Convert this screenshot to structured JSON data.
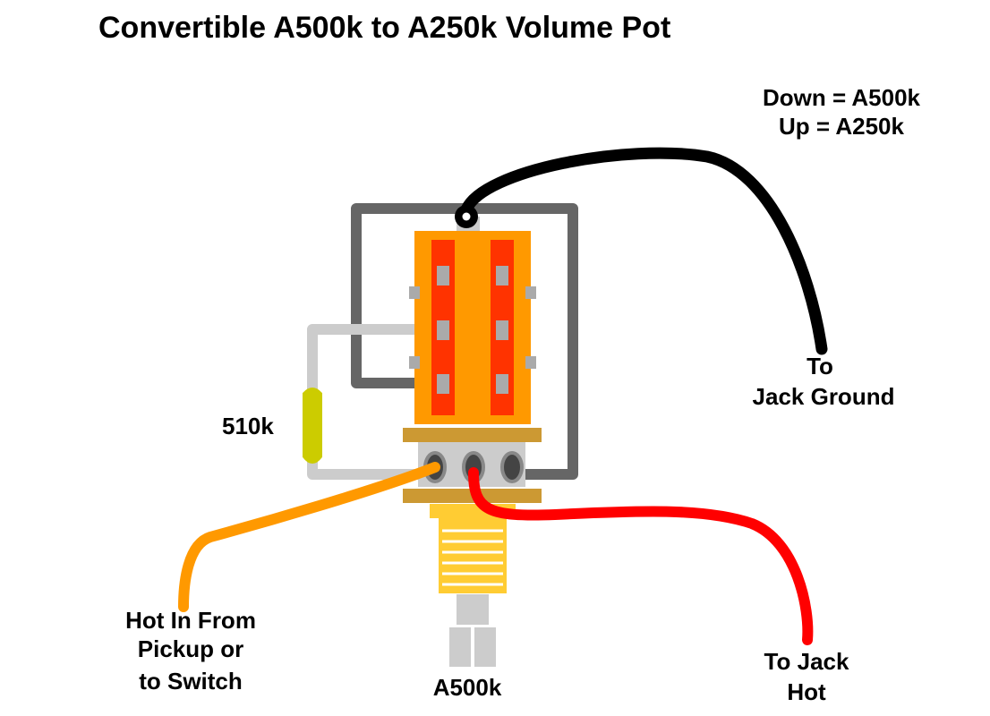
{
  "title": "Convertible A500k to A250k Volume Pot",
  "switch_note": {
    "line1": "Down = A500k",
    "line2": "Up = A250k"
  },
  "labels": {
    "jack_ground": {
      "line1": "To",
      "line2": "Jack Ground"
    },
    "resistor": "510k",
    "hot_in": {
      "line1": "Hot In From",
      "line2": "Pickup or",
      "line3": "to Switch"
    },
    "pot": "A500k",
    "jack_hot": {
      "line1": "To Jack",
      "line2": "Hot"
    }
  },
  "colors": {
    "ground_wire": "#000000",
    "hot_wire": "#ff0000",
    "input_wire": "#ff9900",
    "jumper_wire": "#666666",
    "resistor_lead": "#cccccc",
    "resistor_body": "#cccc00",
    "switch_body": "#ff9900",
    "switch_slot": "#ff3300",
    "pot_tabs": "#cc9933",
    "pot_bushing": "#ffcc33",
    "pot_case": "#cccccc"
  }
}
